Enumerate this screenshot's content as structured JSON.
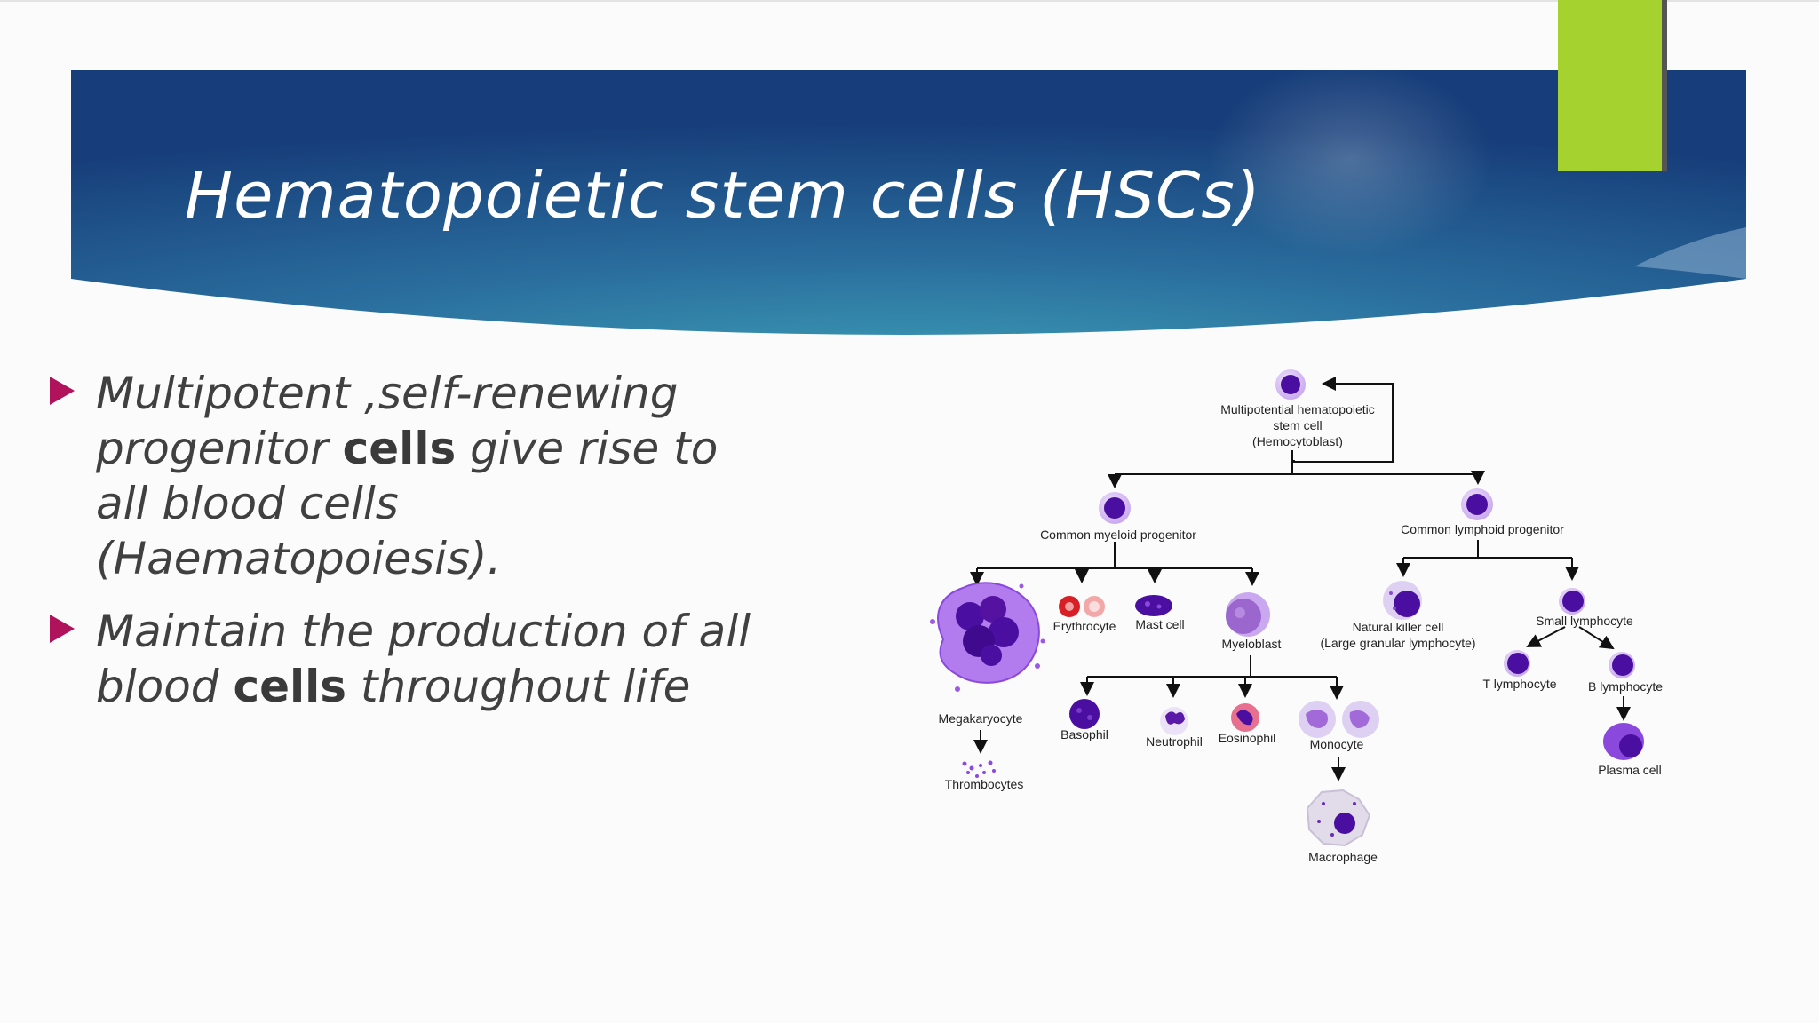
{
  "slide": {
    "title": "Hematopoietic stem cells (HSCs)",
    "accent_color": "#a6d22f",
    "banner_color": "#1f4f86",
    "bullet_color": "#b0125b"
  },
  "bullets": [
    {
      "parts": [
        {
          "text": "Multipotent ,self-renewing progenitor ",
          "bold": false
        },
        {
          "text": "cells",
          "bold": true
        },
        {
          "text": " give rise to all blood cells (Haematopoiesis).",
          "bold": false
        }
      ]
    },
    {
      "parts": [
        {
          "text": "Maintain the production of all blood ",
          "bold": false
        },
        {
          "text": "cells",
          "bold": true
        },
        {
          "text": " throughout life",
          "bold": false
        }
      ]
    }
  ],
  "diagram": {
    "hsc": [
      "Multipotential hematopoietic",
      "stem cell",
      "(Hemocytoblast)"
    ],
    "myeloid_progenitor": "Common myeloid progenitor",
    "lymphoid_progenitor": "Common lymphoid progenitor",
    "erythrocyte": "Erythrocyte",
    "mast_cell": "Mast cell",
    "myeloblast": "Myeloblast",
    "megakaryocyte": "Megakaryocyte",
    "thrombocytes": "Thrombocytes",
    "basophil": "Basophil",
    "neutrophil": "Neutrophil",
    "eosinophil": "Eosinophil",
    "monocyte": "Monocyte",
    "macrophage": "Macrophage",
    "nk_cell": [
      "Natural killer cell",
      "(Large granular lymphocyte)"
    ],
    "small_lymphocyte": "Small lymphocyte",
    "t_lymphocyte": "T lymphocyte",
    "b_lymphocyte": "B lymphocyte",
    "plasma_cell": "Plasma cell"
  }
}
